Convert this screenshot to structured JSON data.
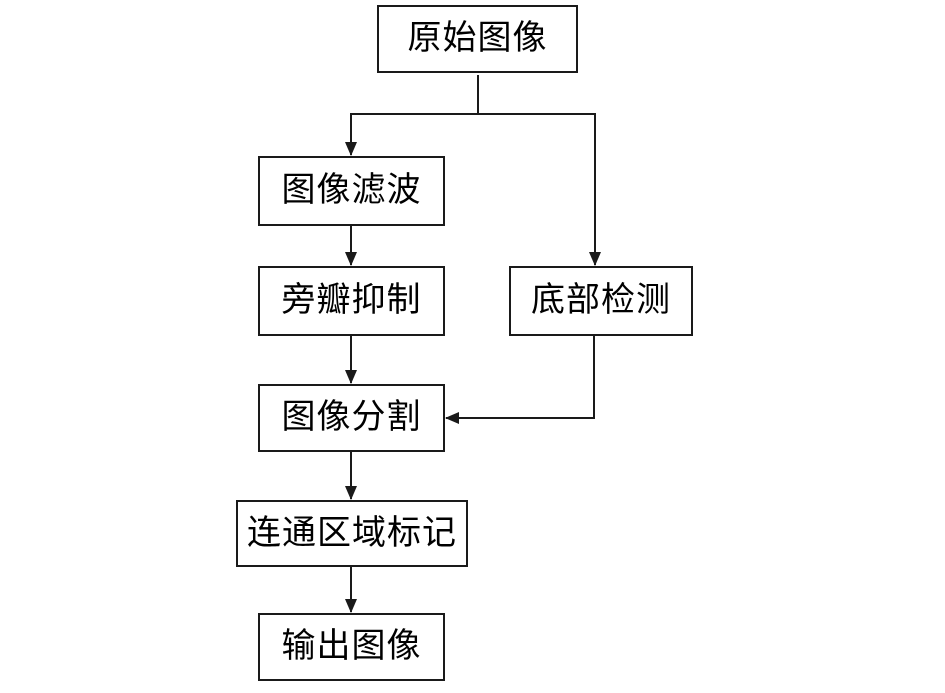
{
  "diagram": {
    "type": "flowchart",
    "background_color": "#ffffff",
    "line_color": "#1a1a1a",
    "box_fill": "#ffffff",
    "box_border_color": "#1a1a1a",
    "text_color": "#000000",
    "nodes": [
      {
        "id": "original-image",
        "label": "原始图像"
      },
      {
        "id": "image-filtering",
        "label": "图像滤波"
      },
      {
        "id": "sidelobe-suppression",
        "label": "旁瓣抑制"
      },
      {
        "id": "bottom-detection",
        "label": "底部检测"
      },
      {
        "id": "image-segmentation",
        "label": "图像分割"
      },
      {
        "id": "connected-region-labeling",
        "label": "连通区域标记"
      },
      {
        "id": "output-image",
        "label": "输出图像"
      }
    ],
    "edges": [
      {
        "from": "original-image",
        "to": "image-filtering"
      },
      {
        "from": "original-image",
        "to": "bottom-detection"
      },
      {
        "from": "image-filtering",
        "to": "sidelobe-suppression"
      },
      {
        "from": "sidelobe-suppression",
        "to": "image-segmentation"
      },
      {
        "from": "bottom-detection",
        "to": "image-segmentation"
      },
      {
        "from": "image-segmentation",
        "to": "connected-region-labeling"
      },
      {
        "from": "connected-region-labeling",
        "to": "output-image"
      }
    ]
  }
}
